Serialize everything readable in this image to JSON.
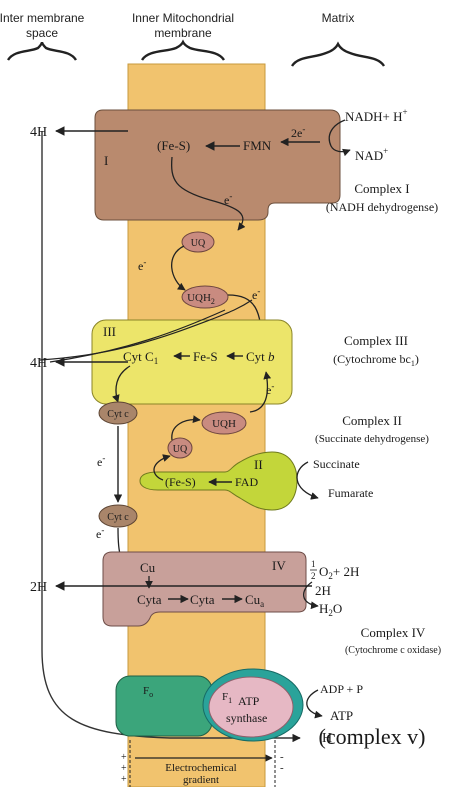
{
  "headers": {
    "intermembrane": [
      "Inter membrane",
      "space"
    ],
    "inner_membrane": [
      "Inner Mitochondrial",
      "membrane"
    ],
    "matrix": "Matrix"
  },
  "complex_i": {
    "roman": "I",
    "fes": "(Fe-S)",
    "fmn": "FMN",
    "two_e": "2e",
    "two_e_sup": "-",
    "nadh": "NADH+ H",
    "nadh_sup": "+",
    "nad": "NAD",
    "nad_sup": "+",
    "electron": "e",
    "electron_sup": "-",
    "name": "Complex I",
    "desc": "(NADH dehydrogense)",
    "proton": "4H"
  },
  "ubiquinone": {
    "uq": "UQ",
    "uqh2": "UQH",
    "uqh2_sub": "2",
    "e_left": "e",
    "e_left_sup": "-",
    "e_right": "e",
    "e_right_sup": "-"
  },
  "complex_iii": {
    "roman": "III",
    "cyt_c1": "Cyt C",
    "cyt_c1_sub": "1",
    "fes": "Fe-S",
    "cyt_b": "Cyt ",
    "cyt_b_italic": "b",
    "electron": "e",
    "electron_sup": "-",
    "name": "Complex III",
    "desc": "(Cytochrome bc",
    "desc_sub": "1",
    "desc_end": ")",
    "proton": "4H"
  },
  "complex_ii": {
    "roman": "II",
    "uqh": "UQH",
    "uq": "UQ",
    "fes": "(Fe-S)",
    "fad": "FAD",
    "name": "Complex II",
    "desc": "(Succinate dehydrogense)",
    "succinate": "Succinate",
    "fumarate": "Fumarate"
  },
  "cytochrome_c": {
    "label_top": "Cyt c",
    "label_bottom": "Cyt c",
    "electron_mid": "e",
    "electron_mid_sup": "-",
    "electron_low": "e",
    "electron_low_sup": "-"
  },
  "complex_iv": {
    "roman": "IV",
    "cu": "Cu",
    "cyta": "Cyta",
    "cyta3": "Cyta",
    "cua": "Cu",
    "cua_sub": "a",
    "half": "1",
    "half_den": "2",
    "o2": "O",
    "o2_sub": "2",
    "plus_2h": "+ 2H",
    "two_h_right": "2H",
    "h2o": "H",
    "h2o_sub": "2",
    "h2o_end": "O",
    "name": "Complex IV",
    "desc": "(Cytochrome c oxidase)",
    "proton": "2H"
  },
  "atp_synthase": {
    "fo": "F",
    "fo_sub": "o",
    "f1": "F",
    "f1_sub": "1",
    "atp_label": "ATP",
    "synthase": "synthase",
    "adp": "ADP + P",
    "atp": "ATP",
    "h": "H",
    "complex_v": "(complex v)",
    "gradient_line1": "Electrochemical",
    "gradient_line2": "gradient",
    "plus": "+",
    "minus": "-"
  },
  "colors": {
    "membrane": "#f1c36e",
    "membrane_edge": "#c79a3c",
    "complex_i": "#b98a6e",
    "complex_iii": "#ece56a",
    "complex_ii": "#c3d63a",
    "complex_iv": "#c8a09a",
    "carrier": "#c98b80",
    "cyt_c": "#a9856a",
    "fo": "#3ba57b",
    "f1_ring": "#2aa39a",
    "f1_core": "#e6b8c4"
  }
}
